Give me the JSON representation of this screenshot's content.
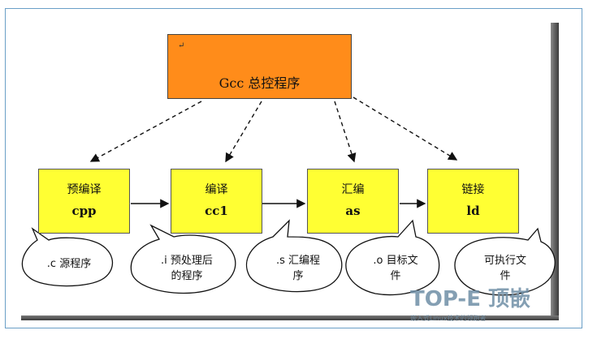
{
  "diagram": {
    "top_box": {
      "label": "Gcc 总控程序",
      "mark": "↵"
    },
    "stages": [
      {
        "title": "预编译",
        "tool": "cpp"
      },
      {
        "title": "编译",
        "tool": "cc1"
      },
      {
        "title": "汇编",
        "tool": "as"
      },
      {
        "title": "链接",
        "tool": "ld"
      }
    ],
    "bubbles": [
      {
        "lines": [
          ".c 源程序"
        ]
      },
      {
        "lines": [
          ".i 预处理后",
          "的程序"
        ]
      },
      {
        "lines": [
          ".s 汇编程",
          "序"
        ]
      },
      {
        "lines": [
          ".o 目标文",
          "件"
        ]
      },
      {
        "lines": [
          "可执行文",
          "件"
        ]
      }
    ]
  },
  "watermark": {
    "logo_text": "TOP-E 顶嵌",
    "caption": "嵌入式Linux技术的领跑者"
  },
  "colors": {
    "top_box": "#ff8c1a",
    "stage_box": "#ffff33",
    "frame_border": "#6a9fc7"
  }
}
